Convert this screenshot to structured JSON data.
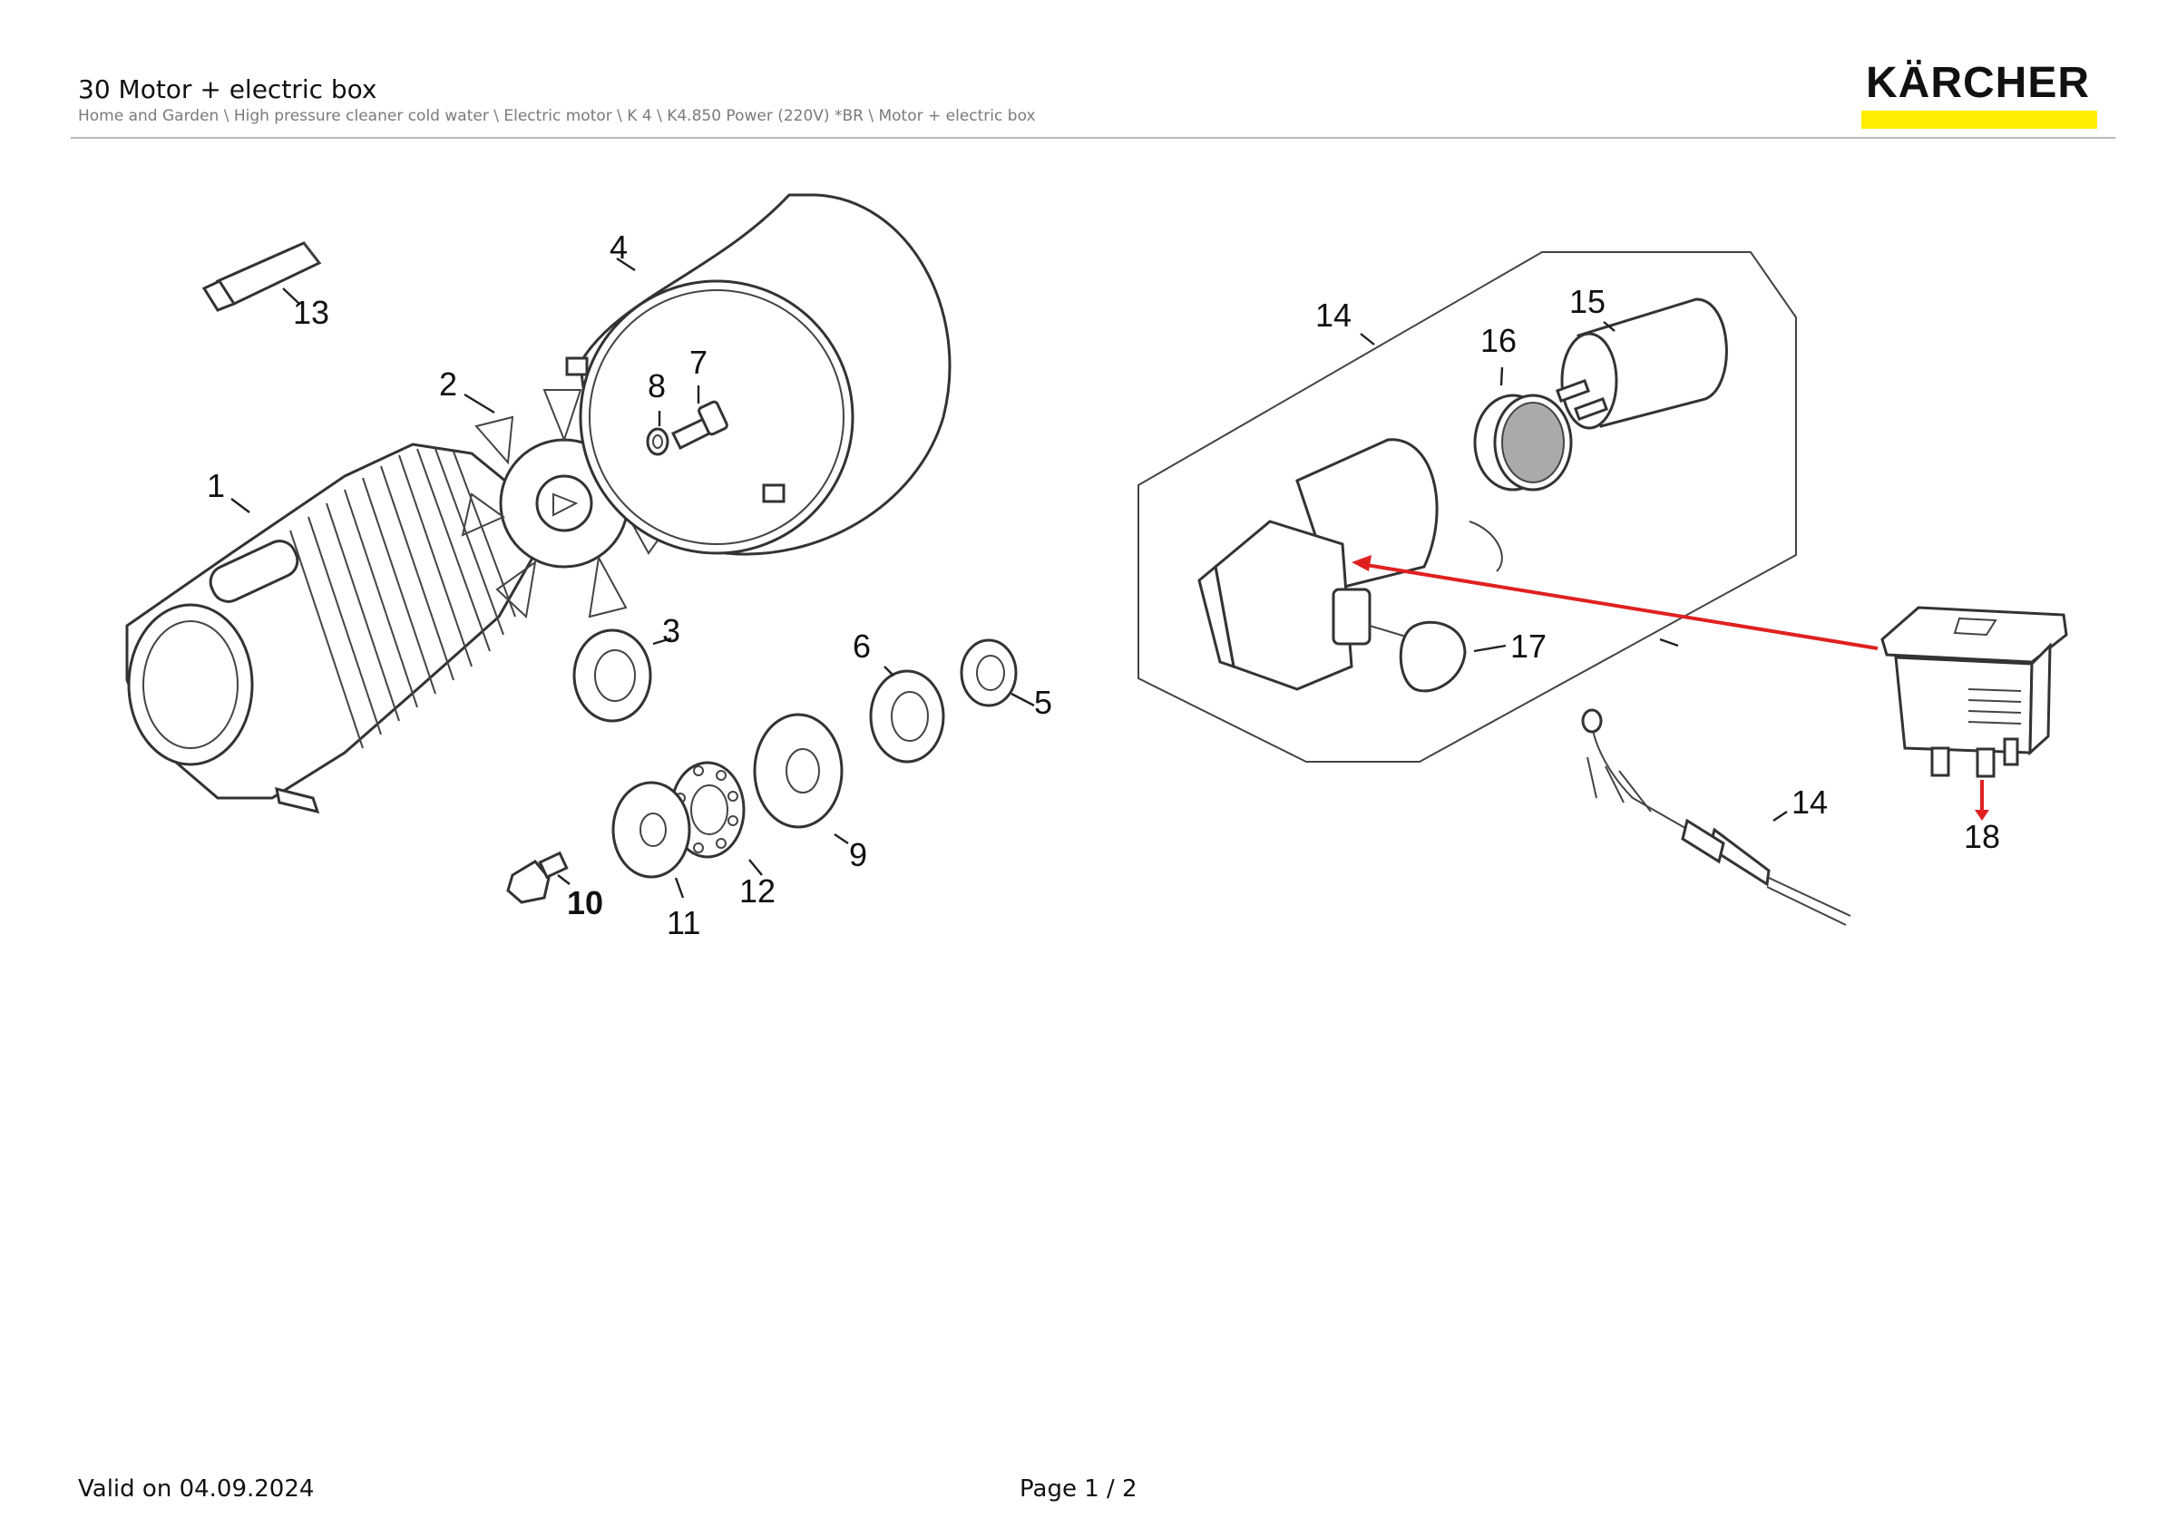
{
  "header": {
    "title": "30 Motor + electric box",
    "breadcrumb": "Home and Garden \\ High pressure cleaner cold water \\ Electric motor \\ K 4 \\ K4.850 Power (220V) *BR \\ Motor + electric box"
  },
  "logo": {
    "text": "KÄRCHER",
    "bar_color": "#ffed00"
  },
  "diagram": {
    "labels": [
      "1",
      "2",
      "3",
      "4",
      "5",
      "6",
      "7",
      "8",
      "9",
      "10",
      "11",
      "12",
      "13",
      "14",
      "15",
      "16",
      "17",
      "14",
      "18"
    ],
    "highlight_color": "#e02020"
  },
  "footer": {
    "valid": "Valid on 04.09.2024",
    "page": "Page 1 / 2"
  }
}
